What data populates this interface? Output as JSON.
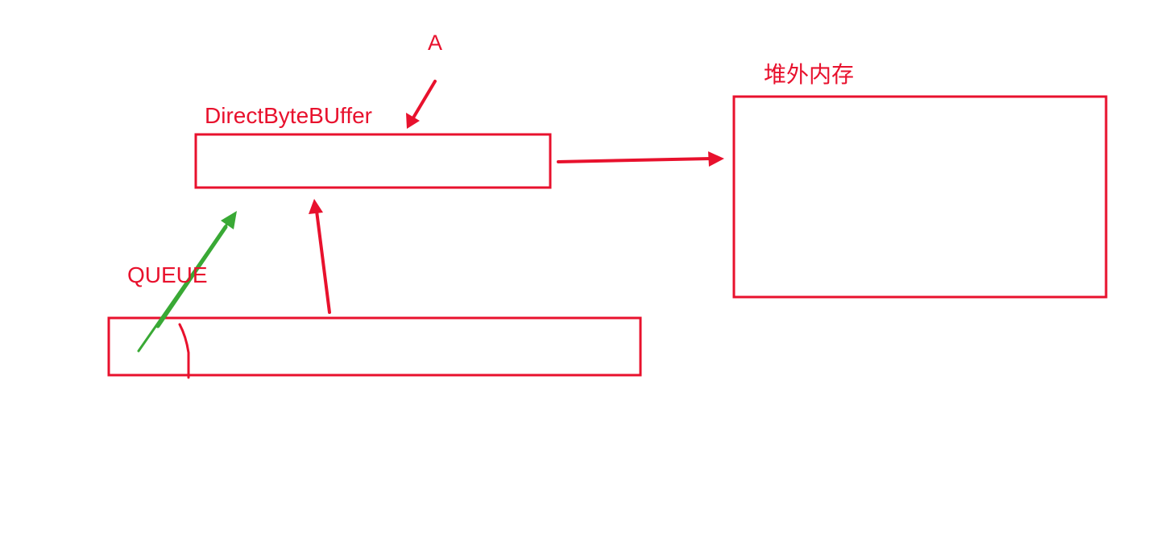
{
  "colors": {
    "primary": "#e8112d",
    "accent": "#39a935",
    "background": "#ffffff"
  },
  "labels": {
    "a": "A",
    "direct_byte_buffer": "DirectByteBUffer",
    "off_heap_memory": "堆外内存",
    "queue": "QUEUE"
  },
  "nodes": [
    {
      "id": "direct-byte-buffer-box",
      "label": "DirectByteBUffer"
    },
    {
      "id": "off-heap-memory-box",
      "label": "堆外内存"
    },
    {
      "id": "queue-box",
      "label": "QUEUE"
    }
  ],
  "edges": [
    {
      "from": "A",
      "to": "direct-byte-buffer-box",
      "color": "#e8112d"
    },
    {
      "from": "direct-byte-buffer-box",
      "to": "off-heap-memory-box",
      "color": "#e8112d"
    },
    {
      "from": "queue-box",
      "to": "direct-byte-buffer-box",
      "color": "#e8112d"
    },
    {
      "from": "queue-box",
      "to": "direct-byte-buffer-box",
      "color": "#39a935"
    }
  ]
}
